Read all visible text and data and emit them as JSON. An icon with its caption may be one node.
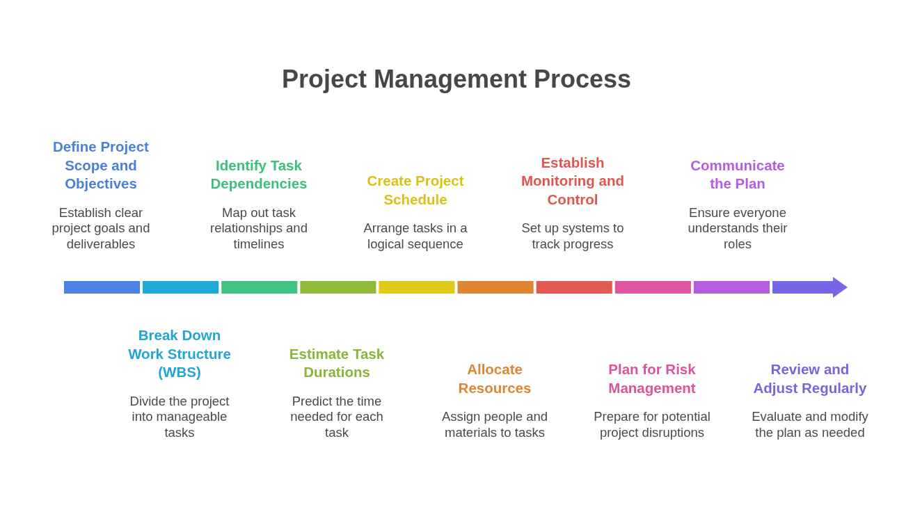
{
  "diagram": {
    "title": "Project Management Process",
    "nodes": [
      {
        "text": [
          "Define Project Scope and Objectives",
          "Establish clear project goals and deliverables"
        ]
      },
      {
        "text": [
          "Break Down Work Structure (WBS)",
          "Divide the project into manageable tasks"
        ]
      },
      {
        "text": [
          "Identify Task Dependencies",
          "Map out task relationships and timelines"
        ]
      },
      {
        "text": [
          "Estimate Task Durations",
          "Predict the time needed for each task"
        ]
      },
      {
        "text": [
          "Create Project Schedule",
          "Arrange tasks in a logical sequence"
        ]
      },
      {
        "text": [
          "Allocate Resources",
          "Assign people and materials to tasks"
        ]
      },
      {
        "text": [
          "Establish Monitoring and Control",
          "Set up systems to track progress"
        ]
      },
      {
        "text": [
          "Plan for Risk Management",
          "Prepare for potential project disruptions"
        ]
      },
      {
        "text": [
          "Communicate the Plan",
          "Ensure everyone understands their roles"
        ]
      },
      {
        "text": [
          "Review and Adjust Regularly",
          "Evaluate and modify the plan as needed"
        ]
      }
    ]
  }
}
